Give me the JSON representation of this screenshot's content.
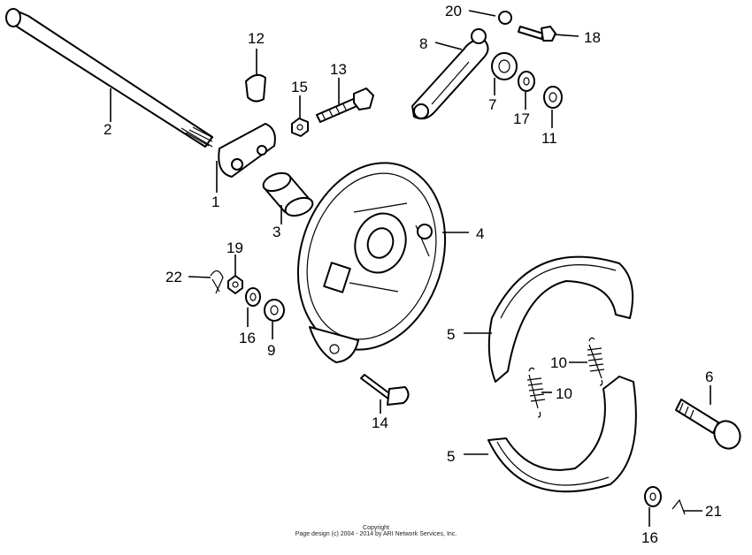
{
  "labels": {
    "p1": "1",
    "p2": "2",
    "p3": "3",
    "p4": "4",
    "p5a": "5",
    "p5b": "5",
    "p6": "6",
    "p7": "7",
    "p8": "8",
    "p9": "9",
    "p10a": "10",
    "p10b": "10",
    "p11": "11",
    "p12": "12",
    "p13": "13",
    "p14": "14",
    "p15": "15",
    "p16a": "16",
    "p16b": "16",
    "p17": "17",
    "p18": "18",
    "p19": "19",
    "p20": "20",
    "p21": "21",
    "p22": "22"
  },
  "footer": {
    "line1": "Copyright",
    "line2": "Page design (c) 2004 - 2014 by ARI Network Services, Inc."
  }
}
